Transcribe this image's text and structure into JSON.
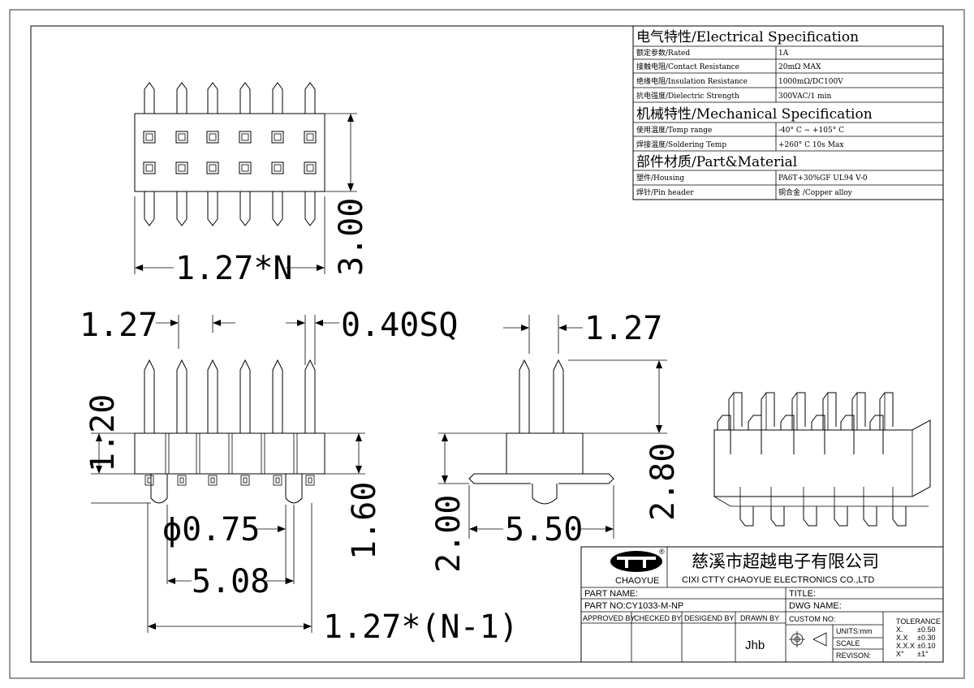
{
  "spec": {
    "electrical_title": "电气特性/Electrical Specification",
    "electrical_rows": [
      {
        "label": "额定参数/Rated",
        "value": "1A"
      },
      {
        "label": "接触电阻/Contact Resistance",
        "value": "20mΩ MAX"
      },
      {
        "label": "绝缘电阻/Insulation Resistance",
        "value": "1000mΩ/DC100V"
      },
      {
        "label": "抗电强度/Dielectric Strength",
        "value": "300VAC/1 min"
      }
    ],
    "mechanical_title": "机械特性/Mechanical Specification",
    "mechanical_rows": [
      {
        "label": "使用温度/Temp range",
        "value": "-40° C ~ +105° C"
      },
      {
        "label": "焊接温度/Soldering Temp",
        "value": "+260° C  10s Max"
      }
    ],
    "material_title": "部件材质/Part&Material",
    "material_rows": [
      {
        "label": "塑件/Housing",
        "value": "PA6T+30%GF  UL94  V-0"
      },
      {
        "label": "焊针/Pin header",
        "value": "铜合金 /Copper alloy"
      }
    ]
  },
  "dimensions": {
    "top_width": "1.27*N",
    "top_height": "3.00",
    "front_pitch": "1.27",
    "pin_square": "0.40SQ",
    "side_pitch": "1.27",
    "pin_above": "1.20",
    "post_dia": "ϕ0.75",
    "body_h": "1.60",
    "post_span": "5.08",
    "total_span": "1.27*(N-1)",
    "side_body_h": "2.00",
    "side_width": "5.50",
    "side_pin_h": "2.80"
  },
  "title_block": {
    "logo_caption": "CHAOYUE",
    "logo_mark": "®",
    "company_cn": "慈溪市超越电子有限公司",
    "company_en": "CIXI CTTY CHAOYUE ELECTRONICS CO.,LTD",
    "part_name_label": "PART NAME:",
    "title_label": "TITLE:",
    "part_no": "PART NO:CY1033-M-NP",
    "dwg_name_label": "DWG NAME:",
    "approved_by": "APPROVED BY",
    "checked_by": "CHECKED BY",
    "designed_by": "DESIGEND BY",
    "drawn_by": "DRAWN BY",
    "drawn_name": "Jhb",
    "custom_no": "CUSTOM NO:",
    "units": "UNITS:mm",
    "scale": "SCALE",
    "revision": "REVISON:",
    "tolerance_title": "TOLERANCE",
    "tolerance_rows": [
      {
        "k": "X.",
        "v": "±0.50"
      },
      {
        "k": "X.X",
        "v": "±0.30"
      },
      {
        "k": "X.X.X",
        "v": "±0.10"
      },
      {
        "k": "X°",
        "v": "±1°"
      }
    ]
  },
  "colors": {
    "ink": "#000000",
    "paper": "#ffffff"
  }
}
